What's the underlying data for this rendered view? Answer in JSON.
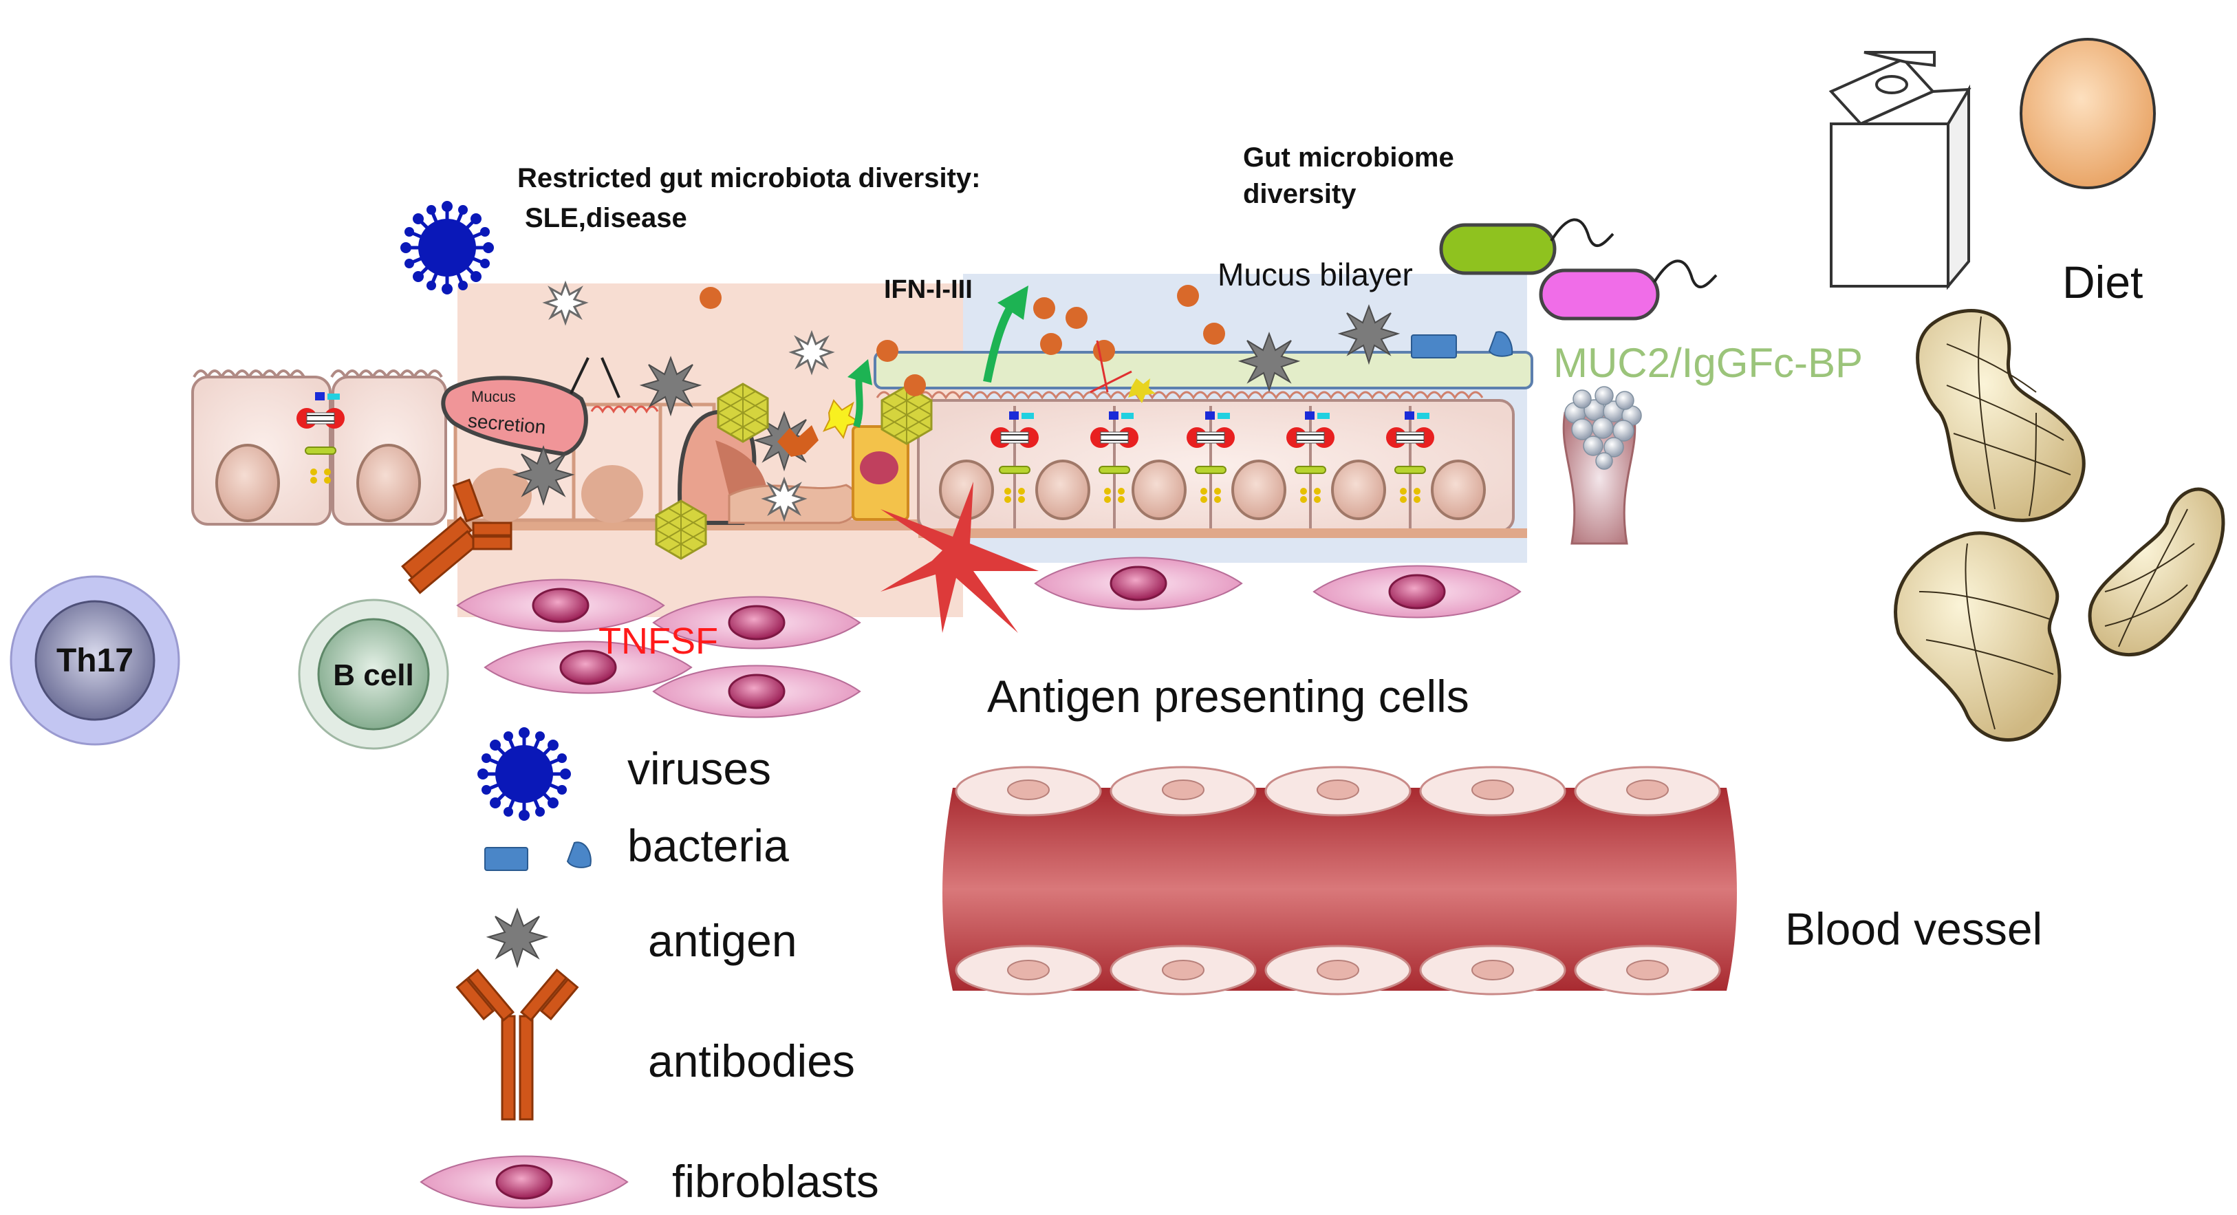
{
  "labels": {
    "restricted_line1": "Restricted gut microbiota diversity:",
    "restricted_line2": "SLE,disease",
    "gut_line1": "Gut microbiome",
    "gut_line2": "diversity",
    "ifn": "IFN-I-III",
    "mucus_bilayer": "Mucus bilayer",
    "muc2": "MUC2/IgGFc-BP",
    "diet": "Diet",
    "mucus": "Mucus",
    "secretion": "secretion",
    "tnfsf": "TNFSF",
    "th17": "Th17",
    "bcell": "B cell",
    "apc": "Antigen presenting cells",
    "blood_vessel": "Blood vessel"
  },
  "legend": {
    "viruses": "viruses",
    "bacteria": "bacteria",
    "antigen": "antigen",
    "antibodies": "antibodies",
    "fibroblasts": "fibroblasts"
  },
  "colors": {
    "inflamed_bg": "#f7ddd2",
    "healthy_bg": "#dde6f3",
    "mucus_layer": "#e3edc9",
    "muc2_text": "#9bc47a",
    "tnfsf_text": "#ff1a1a",
    "virus_blue": "#0a18b8",
    "bacteria_blue": "#4a86c8",
    "antibody_orange": "#d0561a",
    "fibroblast_pink": "#e9a7cb",
    "vessel_red": "#bd3c40",
    "th17_purple": "#9496b8",
    "bcell_green": "#9fc3a8",
    "ifn_arrow_green": "#1db353"
  }
}
